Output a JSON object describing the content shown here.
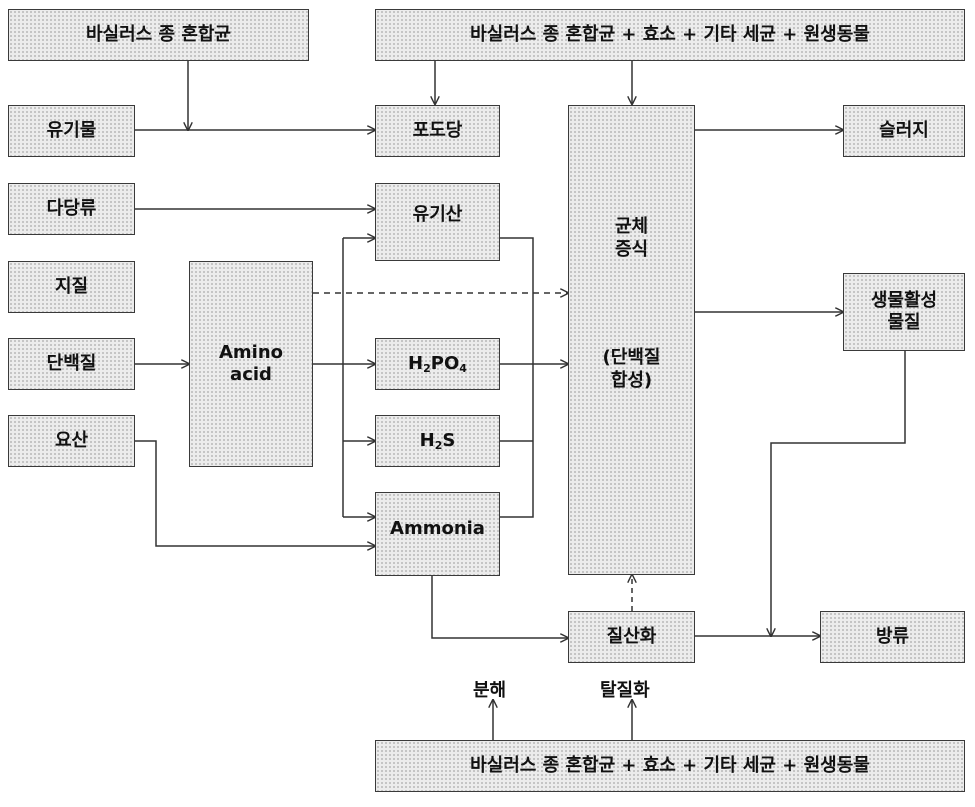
{
  "boxes": {
    "bacillus_top_left": "바실러스 종 혼합균",
    "bacillus_top_right": "바실러스 종 혼합균 + 효소 + 기타 세균 + 원생동물",
    "bacillus_bottom": "바실러스 종 혼합균 + 효소 + 기타 세균 + 원생동물",
    "organic_matter": "유기물",
    "polysaccharide": "다당류",
    "lipid": "지질",
    "protein": "단백질",
    "urea": "요산",
    "amino_acid_line1": "Amino",
    "amino_acid_line2": "acid",
    "glucose": "포도당",
    "organic_acid": "유기산",
    "phosphate_base": "H",
    "phosphate_sub": "2",
    "phosphate_mid": "PO",
    "phosphate_sub2": "4",
    "h2s_base": "H",
    "h2s_sub": "2",
    "h2s_tail": "S",
    "ammonia": "Ammonia",
    "cell_growth_line1": "균체",
    "cell_growth_line2": "증식",
    "protein_synthesis_line1": "(단백질",
    "protein_synthesis_line2": "합성)",
    "sludge": "슬러지",
    "bioactive_line1": "생물활성",
    "bioactive_line2": "물질",
    "nitrification": "질산화",
    "discharge": "방류"
  },
  "labels": {
    "decomposition": "분해",
    "denitrification": "탈질화"
  },
  "colors": {
    "box_fill": "#ececec",
    "border": "#3a3a3a",
    "line": "#333333"
  }
}
